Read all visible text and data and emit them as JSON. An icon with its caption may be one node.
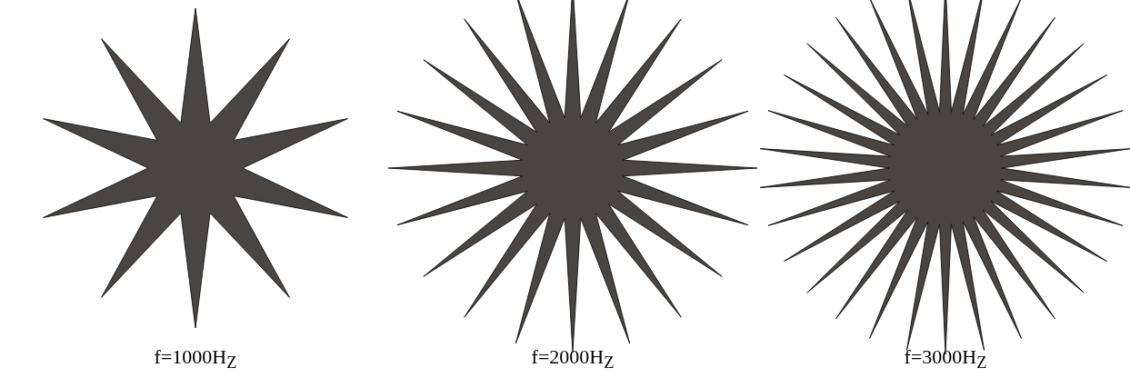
{
  "diagram": {
    "labels": [
      "f=1000H$_{Z}$",
      "f=2000H$_{Z}$",
      "f=3000H$_{Z}$"
    ]
  }
}
